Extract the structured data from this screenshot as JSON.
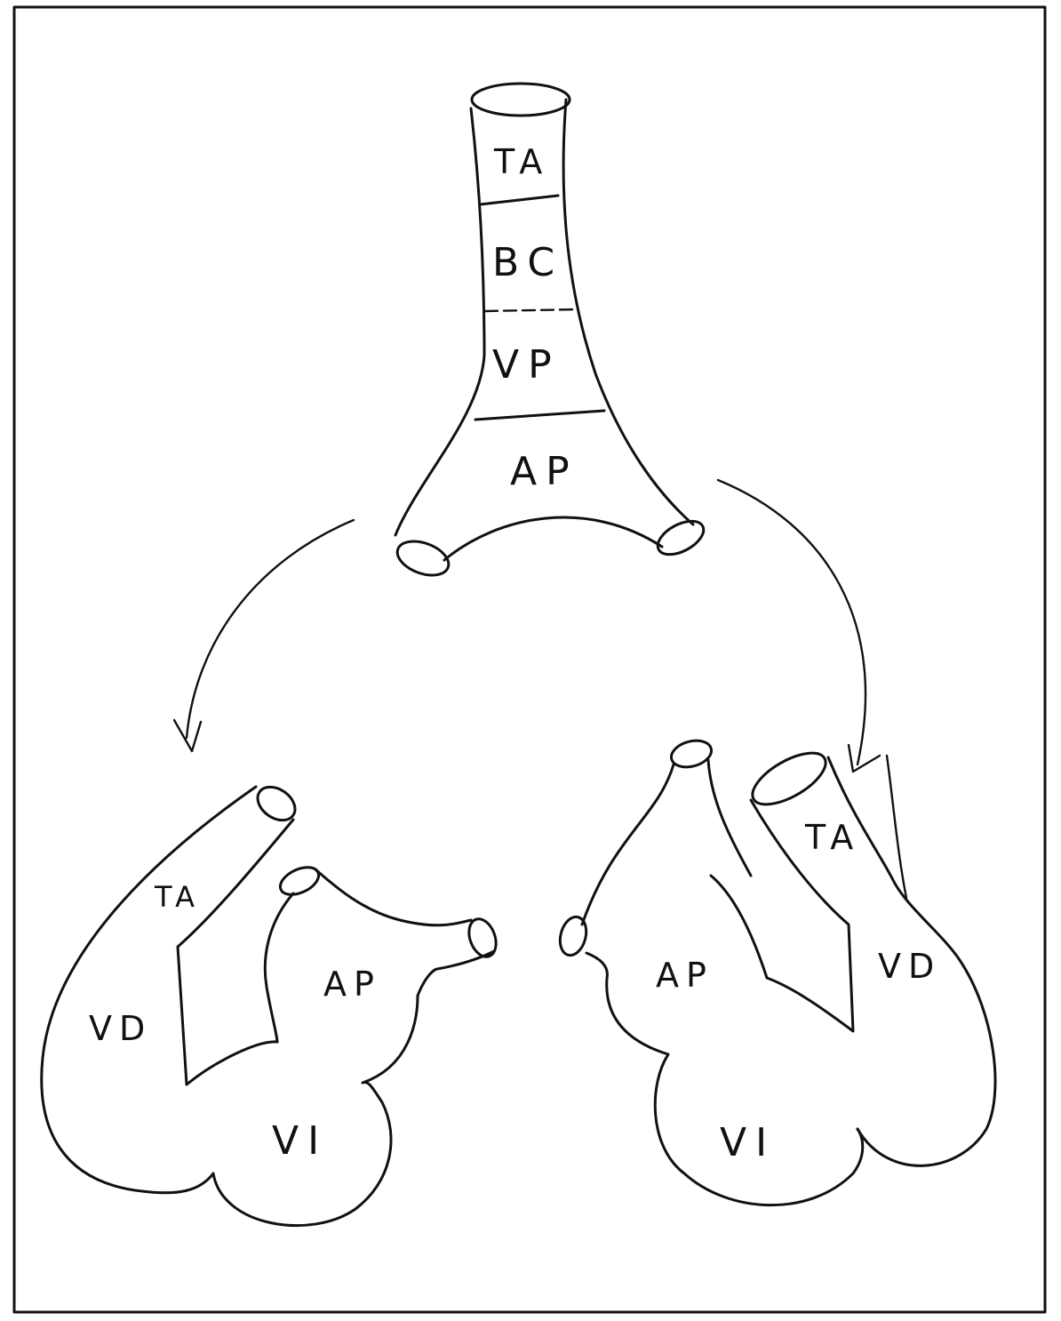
{
  "colors": {
    "ink": "#111111",
    "paper": "#ffffff"
  },
  "trunk": {
    "segments": [
      "TA",
      "BC",
      "VP",
      "AP"
    ]
  },
  "left_heart": {
    "labels": [
      "TA",
      "AP",
      "VD",
      "VI"
    ]
  },
  "right_heart": {
    "labels": [
      "TA",
      "AP",
      "VD",
      "VI"
    ]
  }
}
